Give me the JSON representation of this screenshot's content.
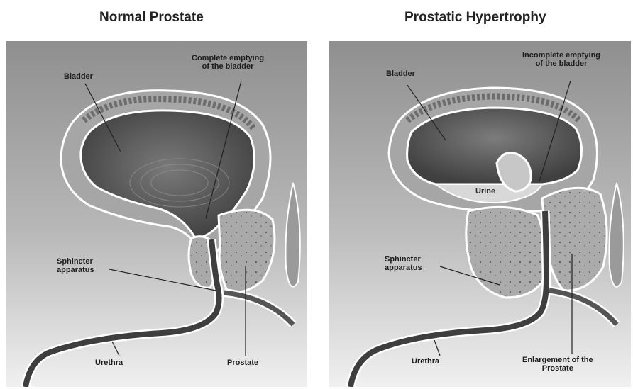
{
  "panels": {
    "normal": {
      "title": "Normal Prostate",
      "labels": {
        "emptying_line1": "Complete emptying",
        "emptying_line2": "of the bladder",
        "bladder": "Bladder",
        "sphincter_line1": "Sphincter",
        "sphincter_line2": "apparatus",
        "urethra": "Urethra",
        "prostate": "Prostate"
      }
    },
    "hypertrophy": {
      "title": "Prostatic Hypertrophy",
      "labels": {
        "emptying_line1": "Incomplete emptying",
        "emptying_line2": "of the bladder",
        "bladder": "Bladder",
        "urine": "Urine",
        "sphincter_line1": "Sphincter",
        "sphincter_line2": "apparatus",
        "urethra": "Urethra",
        "enlargement_line1": "Enlargement of the",
        "enlargement_line2": "Prostate"
      }
    }
  },
  "colors": {
    "background_dark": "#8a8a8a",
    "background_light": "#e8e8e8",
    "tissue": "#b5b5b5",
    "bladder_interior": "#5a5a5a",
    "outline": "#ffffff",
    "urethra": "#4a4a4a",
    "leader_line": "#222222"
  }
}
